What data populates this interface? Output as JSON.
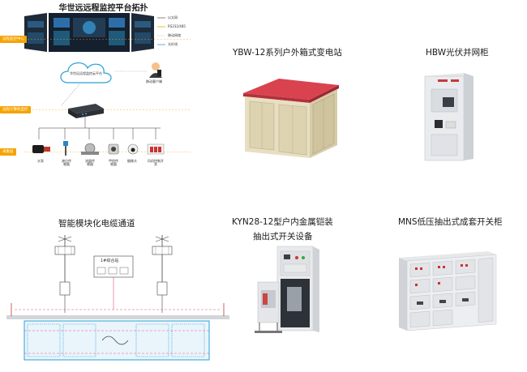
{
  "captions": {
    "topology_title": "华世远远程监控平台拓扑",
    "ybw": "YBW-12系列户外箱式变电站",
    "hbw": "HBW光伏并网柜",
    "cable": "智能模块化电缆通道",
    "kyn_line1": "KYN28-12型户内金属铠装",
    "kyn_line2": "抽出式开关设备",
    "mns": "MNS低压抽出式成套开关柜"
  },
  "topology": {
    "layer_tags": [
      "远程监控中心",
      "远程计算机监控",
      "采集层"
    ],
    "legend": [
      "以太网",
      "RS232/485",
      "移动网络",
      "光纤线"
    ],
    "cloud_label": "华世远远程监控云平台",
    "mobile_label": "移动客户端",
    "devices": [
      "水泵",
      "液位传感器",
      "流量传感器",
      "甲烷传感器",
      "摄像头",
      "风机控制开关"
    ]
  },
  "cable_diagram": {
    "box_label": "1#综合站"
  },
  "colors": {
    "accent": "#f5a300",
    "grid": "#2a9fd8",
    "pink": "#e0508a",
    "roof": "#d9434f"
  }
}
